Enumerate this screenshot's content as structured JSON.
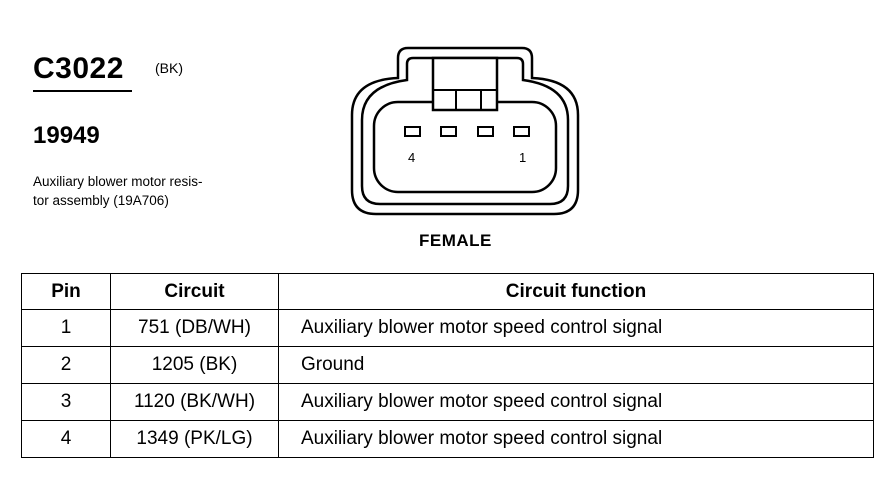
{
  "connector": {
    "id": "C3022",
    "color": "(BK)",
    "part_number": "19949",
    "description_line1": "Auxiliary blower motor resis-",
    "description_line2": "tor assembly (19A706)",
    "gender": "FEMALE",
    "pin_label_left": "4",
    "pin_label_right": "1"
  },
  "table": {
    "headers": [
      "Pin",
      "Circuit",
      "Circuit function"
    ],
    "rows": [
      {
        "pin": "1",
        "circuit": "751 (DB/WH)",
        "function": "Auxiliary blower motor  speed control signal"
      },
      {
        "pin": "2",
        "circuit": "1205 (BK)",
        "function": "Ground"
      },
      {
        "pin": "3",
        "circuit": "1120 (BK/WH)",
        "function": "Auxiliary blower motor  speed control signal"
      },
      {
        "pin": "4",
        "circuit": "1349 (PK/LG)",
        "function": "Auxiliary blower motor  speed control signal"
      }
    ]
  }
}
